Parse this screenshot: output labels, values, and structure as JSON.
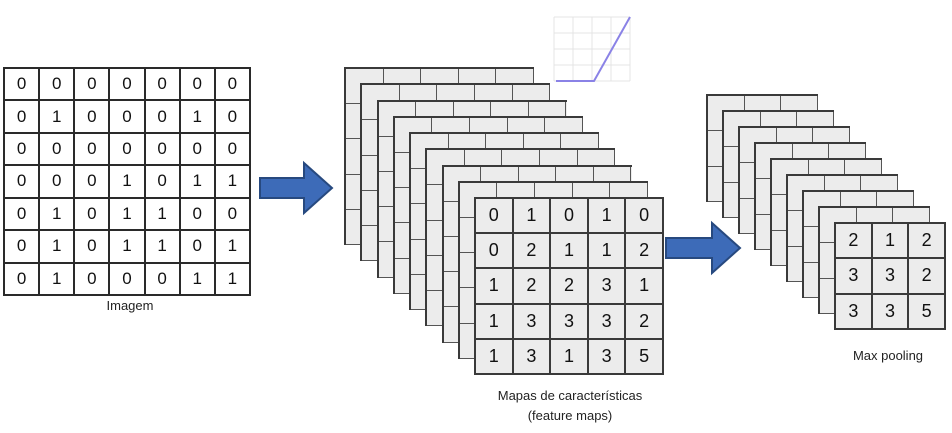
{
  "input_image": {
    "caption": "Imagem",
    "values": [
      [
        "0",
        "0",
        "0",
        "0",
        "0",
        "0",
        "0"
      ],
      [
        "0",
        "1",
        "0",
        "0",
        "0",
        "1",
        "0"
      ],
      [
        "0",
        "0",
        "0",
        "0",
        "0",
        "0",
        "0"
      ],
      [
        "0",
        "0",
        "0",
        "1",
        "0",
        "1",
        "1"
      ],
      [
        "0",
        "1",
        "0",
        "1",
        "1",
        "0",
        "0"
      ],
      [
        "0",
        "1",
        "0",
        "1",
        "1",
        "0",
        "1"
      ],
      [
        "0",
        "1",
        "0",
        "0",
        "0",
        "1",
        "1"
      ]
    ]
  },
  "feature_maps": {
    "caption_line1": "Mapas de características",
    "caption_line2": "(feature maps)",
    "values": [
      [
        "0",
        "1",
        "0",
        "1",
        "0"
      ],
      [
        "0",
        "2",
        "1",
        "1",
        "2"
      ],
      [
        "1",
        "2",
        "2",
        "3",
        "1"
      ],
      [
        "1",
        "3",
        "3",
        "3",
        "2"
      ],
      [
        "1",
        "3",
        "1",
        "3",
        "5"
      ]
    ]
  },
  "max_pooling": {
    "caption": "Max pooling",
    "values": [
      [
        "2",
        "1",
        "2"
      ],
      [
        "3",
        "3",
        "2"
      ],
      [
        "3",
        "3",
        "5"
      ]
    ]
  },
  "icons": {
    "arrow_1": "right-arrow-icon",
    "arrow_2": "right-arrow-icon",
    "relu": "relu-activation-graph-icon"
  },
  "colors": {
    "arrow_fill": "#3d6bb8",
    "arrow_stroke": "#27497f",
    "relu_line": "#8a82e6",
    "map_fill": "#ececec"
  }
}
